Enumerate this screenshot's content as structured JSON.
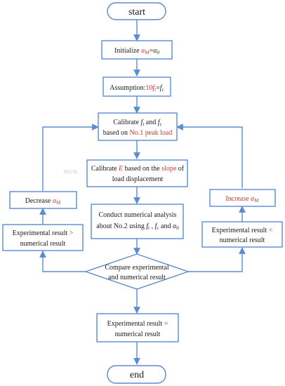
{
  "start": "start",
  "end": "end",
  "init": {
    "pre": "Initialize ",
    "v1": "α",
    "v1sub": "M",
    "eq": "=",
    "v2": "α",
    "v2sub": "0"
  },
  "assume": {
    "pre": "Assumption:",
    "num": "10",
    "ft": "f",
    "ftsub": "t",
    "eq": "=",
    "fc": "f",
    "fcsub": "c"
  },
  "calibrate": {
    "line1_pre": "Calibrate ",
    "ft": "f",
    "ftsub": "t",
    "and": " and ",
    "fc": "f",
    "fcsub": "c",
    "line2_pre": "based on ",
    "line2_red": "No.1 peak load"
  },
  "calibrate_e": {
    "pre": "Calibrate ",
    "e": "E",
    "mid": " based on the ",
    "slope": "slope",
    "post": " of",
    "line2": "load displacement"
  },
  "conduct": {
    "line1": "Conduct numerical analysis",
    "line2_pre": "about No.2 using ",
    "ft": "f",
    "ftsub": "t",
    "comma": " , ",
    "fc": "f",
    "fcsub": "c",
    "and": "  and  ",
    "a": "α",
    "asub": "0"
  },
  "decrease": {
    "pre": "Decrease ",
    "a": "α",
    "asub": "M"
  },
  "increase": {
    "pre": "Increase ",
    "a": "α",
    "asub": "M"
  },
  "exp_greater": {
    "line1_pre": "Experimental result ",
    "op": ">",
    "line2": "numerical result"
  },
  "exp_less": {
    "line1_pre": "Experimental result ",
    "op": "<",
    "line2": "numerical result"
  },
  "compare": {
    "line1": "Compare experimental",
    "line2": "and numerical result"
  },
  "exp_equal": {
    "line1_pre": "Experimental result ",
    "op": "=",
    "line2": "numerical result"
  },
  "faint_label": "80/23k",
  "colors": {
    "stroke": "#5b8bd0",
    "highlight": "#d0392b",
    "text": "#1a1a1a"
  }
}
